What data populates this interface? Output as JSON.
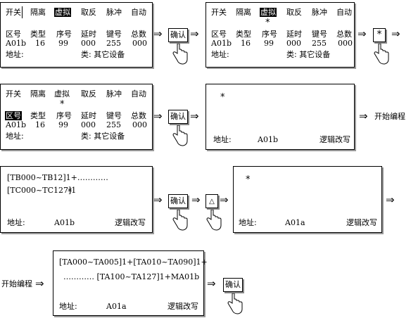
{
  "menu": [
    "开关",
    "隔离",
    "虚拟",
    "取反",
    "脉冲",
    "自动"
  ],
  "field_headers": [
    "区号",
    "类型",
    "序号",
    "延时",
    "键号",
    "总数"
  ],
  "field_values": [
    "A01b",
    "16",
    "99",
    "000",
    "255",
    "000"
  ],
  "address_label": "地址:",
  "class_text": "类: 其它设备",
  "star": "*",
  "confirm_key": "确认",
  "star_key": "*",
  "up_key": "△",
  "start_programming": "开始编程",
  "logic_edit": "逻辑改写",
  "addr_a01b": "A01b",
  "addr_a01a": "A01a",
  "logic_line1": "[TB000~TB12]1+…………",
  "logic_line2": "[TC000~TC127]1",
  "logic_line3": "[TA000~TA005]1+[TA010~TA090]1+",
  "logic_line4": "………… [TA100~TA127]1+MA01b"
}
